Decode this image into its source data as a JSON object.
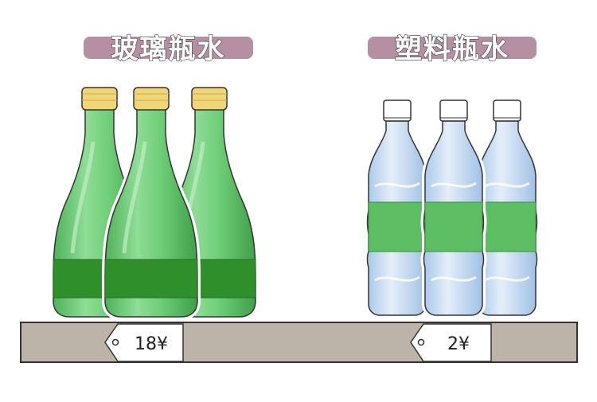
{
  "categories": [
    {
      "id": "glass",
      "title": "玻璃瓶水",
      "price": "18¥",
      "bottle_color": "#6fce78",
      "band_color": "#2f8f2a",
      "cap_color": "#f1d678"
    },
    {
      "id": "plastic",
      "title": "塑料瓶水",
      "price": "2¥",
      "bottle_color": "#c9def3",
      "band_color": "#5cbd63",
      "cap_color": "#ffffff"
    }
  ],
  "colors": {
    "shelf": "#bcb4a6",
    "label_pill": "#b58fa2",
    "outline": "#333333"
  },
  "icons": [
    "glass-bottle-icon",
    "plastic-bottle-icon",
    "price-tag-icon"
  ]
}
